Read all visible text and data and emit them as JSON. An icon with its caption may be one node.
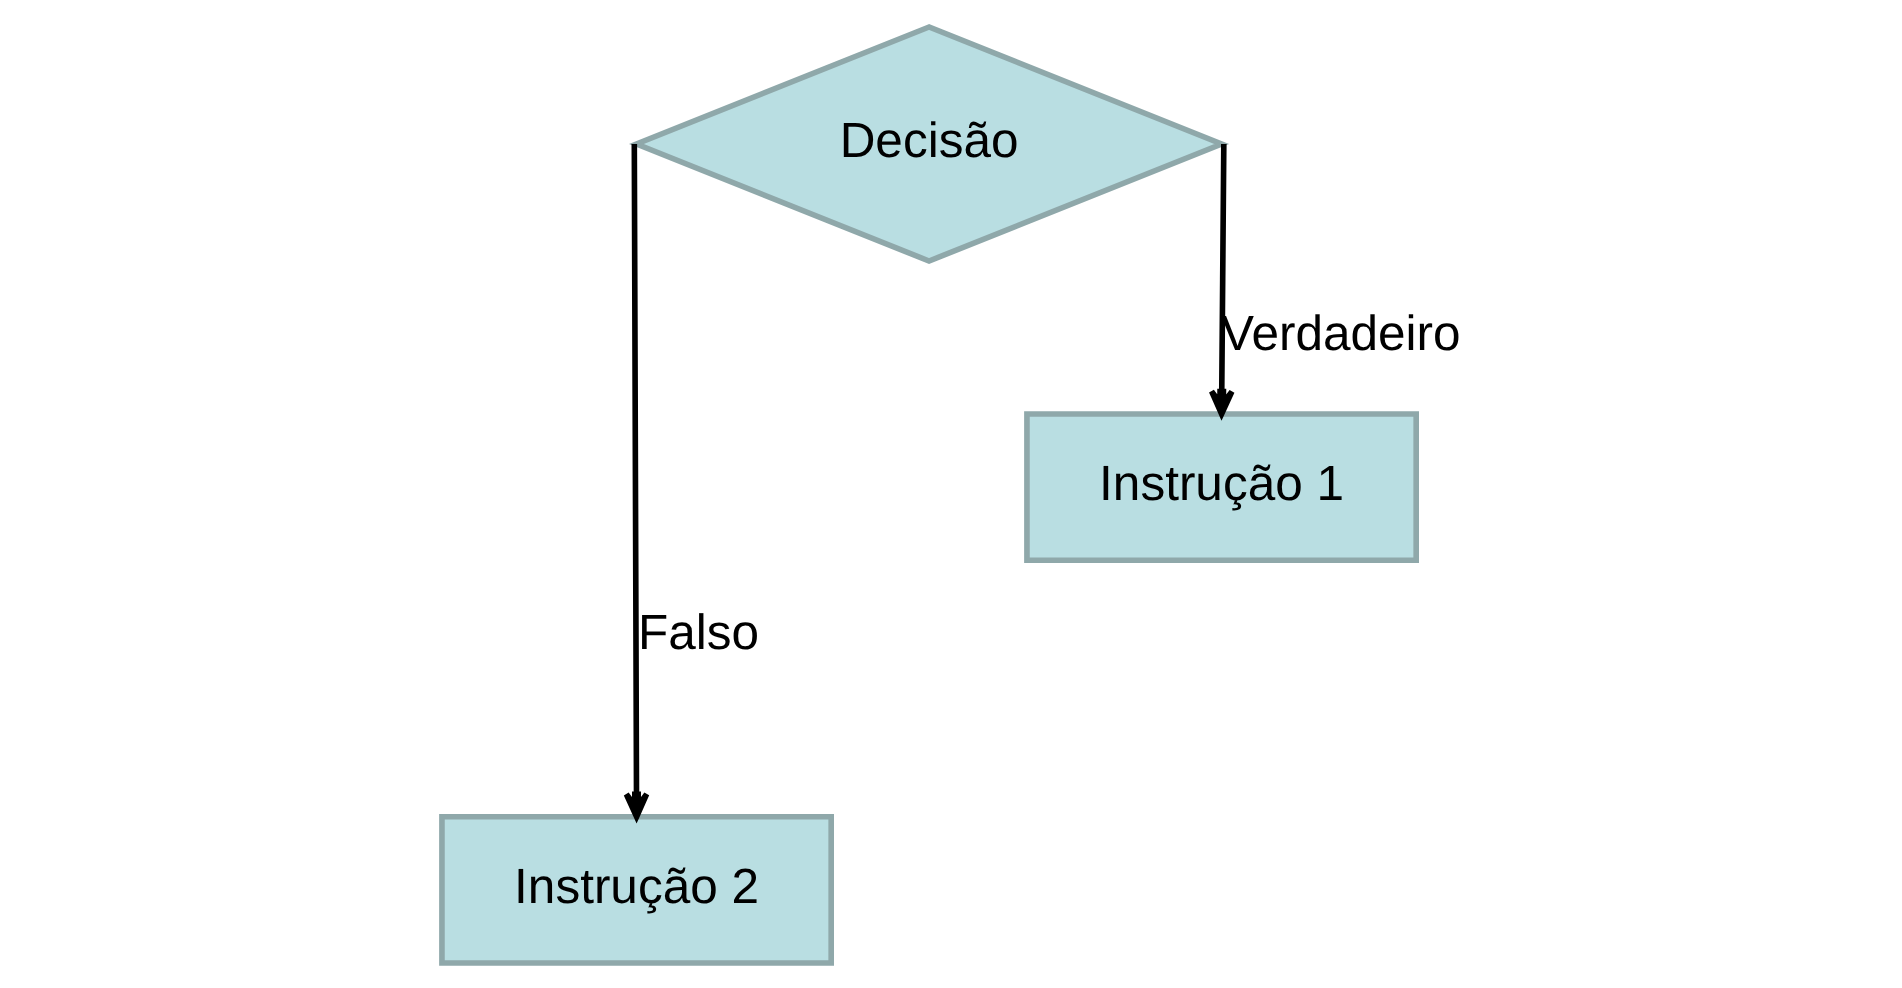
{
  "diagram": {
    "nodes": [
      {
        "text": [
          "Decisão"
        ]
      },
      {
        "text": [
          "Instrução 1"
        ]
      },
      {
        "text": [
          "Instrução 2"
        ]
      }
    ],
    "edges": [
      {
        "from": 0,
        "to": 1,
        "arrow": "to",
        "label": "Verdadeiro"
      },
      {
        "from": 0,
        "to": 2,
        "arrow": "to",
        "label": "Falso"
      }
    ]
  }
}
